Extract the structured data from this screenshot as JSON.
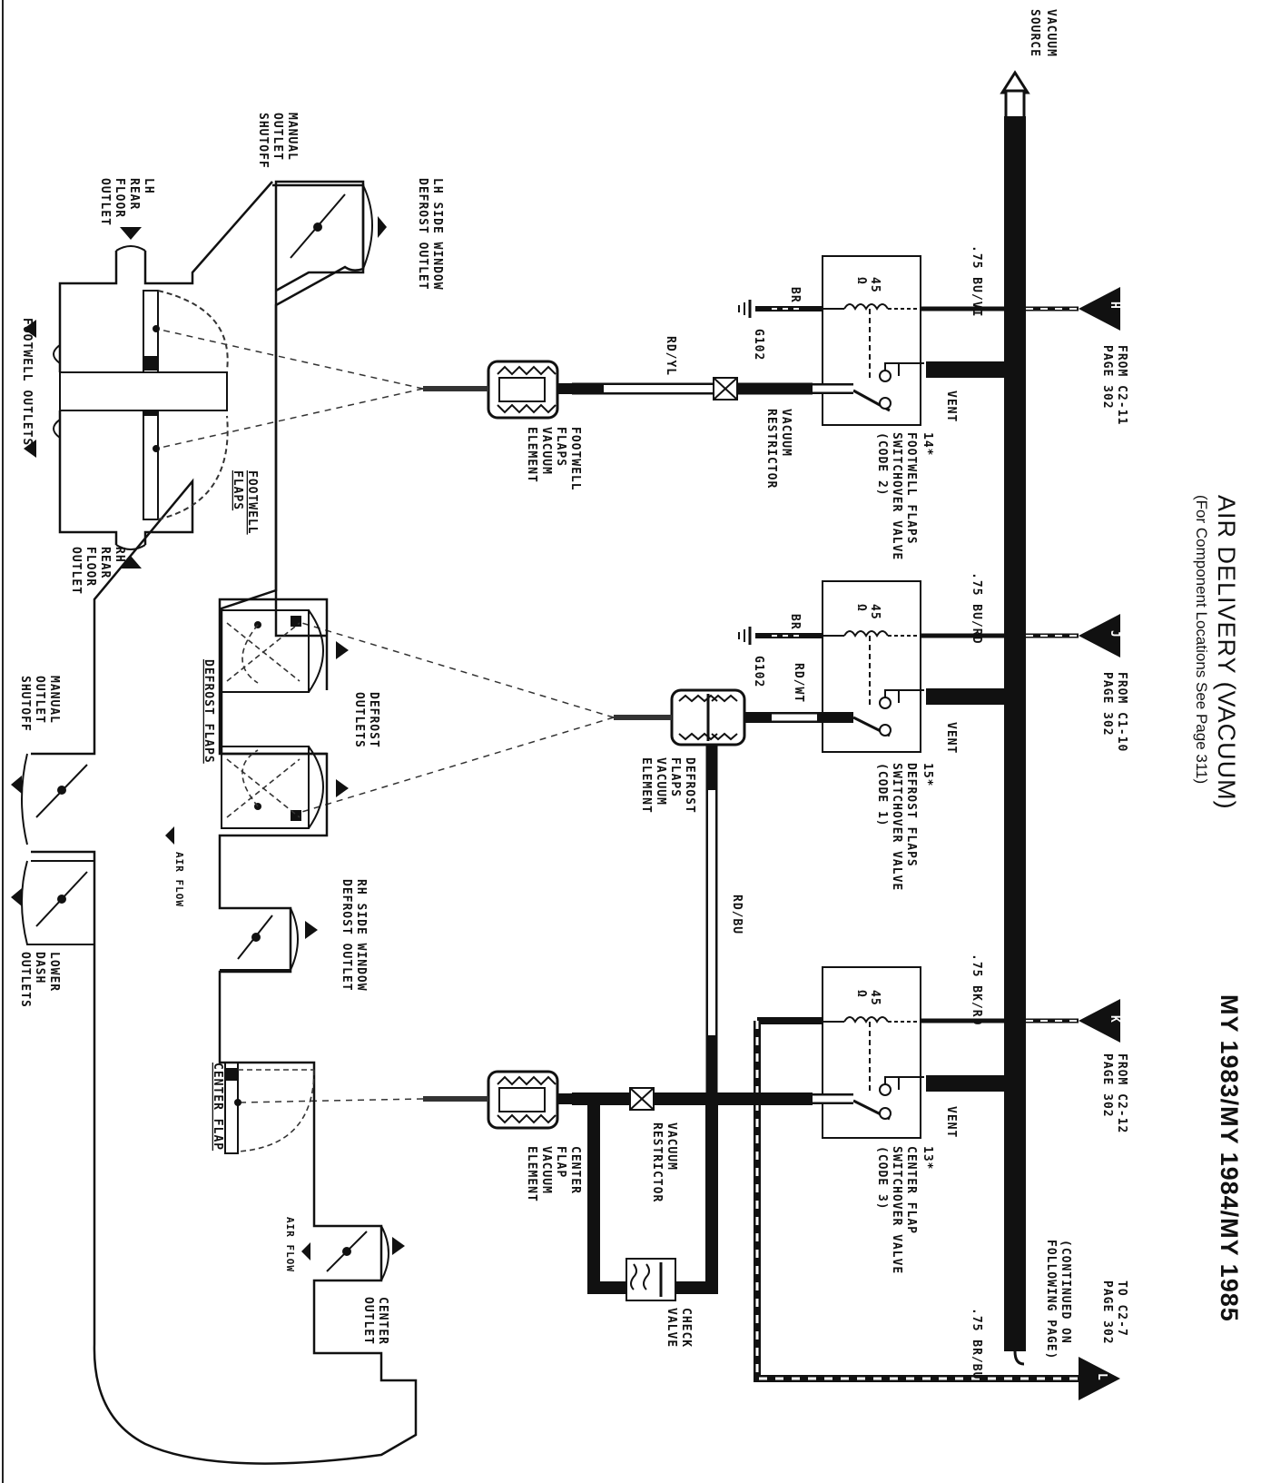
{
  "title": {
    "main": "AIR DELIVERY (VACUUM)",
    "sub": "(For Component Locations See Page 311)",
    "models": "MY 1983/MY 1984/MY 1985"
  },
  "vacuum_source": [
    "VACUUM",
    "SOURCE"
  ],
  "connectors": {
    "H": {
      "letter": "H",
      "from": "FROM  C2-11",
      "page": "PAGE  302",
      "wire": ".75 BU/VI"
    },
    "J": {
      "letter": "J",
      "from": "FROM  C1-10",
      "page": "PAGE  302",
      "wire": ".75 BU/RD"
    },
    "K": {
      "letter": "K",
      "from": "FROM  C2-12",
      "page": "PAGE  302",
      "wire": ".75 BK/RD"
    },
    "L": {
      "letter": "L",
      "to": "TO  C2-7",
      "page": "PAGE  302",
      "wire": ".75 BR/BU",
      "note1": "(CONTINUED ON",
      "note2": "FOLLOWING PAGE)"
    }
  },
  "valves": {
    "footwell": {
      "num": "14*",
      "name1": "FOOTWELL FLAPS",
      "name2": "SWITCHOVER VALVE",
      "code": "(CODE 2)",
      "ohm": "45",
      "ohm_sym": "Ω",
      "vent": "VENT",
      "ground": "G102",
      "gnd_wire": "BR"
    },
    "defrost": {
      "num": "15*",
      "name1": "DEFROST FLAPS",
      "name2": "SWITCHOVER VALVE",
      "code": "(CODE 1)",
      "ohm": "45",
      "ohm_sym": "Ω",
      "vent": "VENT",
      "ground": "G102",
      "gnd_wire": "BR"
    },
    "center": {
      "num": "13*",
      "name1": "CENTER FLAP",
      "name2": "SWITCHOVER VALVE",
      "code": "(CODE 3)",
      "ohm": "45",
      "ohm_sym": "Ω",
      "vent": "VENT"
    }
  },
  "hoses": {
    "footwell": "RD/YL",
    "defrost": "RD/WT",
    "riser": "RD/BU"
  },
  "elements": {
    "footwell": [
      "FOOTWELL",
      "FLAPS",
      "VACUUM",
      "ELEMENT"
    ],
    "defrost": [
      "DEFROST",
      "FLAPS",
      "VACUUM",
      "ELEMENT"
    ],
    "center": [
      "CENTER",
      "FLAP",
      "VACUUM",
      "ELEMENT"
    ],
    "restrictor": [
      "VACUUM",
      "RESTRICTOR"
    ],
    "check_valve": [
      "CHECK",
      "VALVE"
    ]
  },
  "duct_labels": {
    "manual_shutoff_top": [
      "MANUAL",
      "OUTLET",
      "SHUTOFF"
    ],
    "lh_rear_floor": [
      "LH",
      "REAR",
      "FLOOR",
      "OUTLET"
    ],
    "lh_side_window": [
      "LH SIDE WINDOW",
      "DEFROST OUTLET"
    ],
    "footwell_outlets": "FOOTWELL OUTLETS",
    "footwell_flaps": [
      "FOOTWELL",
      "FLAPS"
    ],
    "rh_rear_floor": [
      "RH",
      "REAR",
      "FLOOR",
      "OUTLET"
    ],
    "defrost_outlets": [
      "DEFROST",
      "OUTLETS"
    ],
    "defrost_flaps": "DEFROST FLAPS",
    "manual_shutoff_bottom": [
      "MANUAL",
      "OUTLET",
      "SHUTOFF"
    ],
    "air_flow": "AIR FLOW",
    "rh_side_window": [
      "RH SIDE WINDOW",
      "DEFROST OUTLET"
    ],
    "lower_dash": [
      "LOWER",
      "DASH",
      "OUTLETS"
    ],
    "center_flap": "CENTER FLAP",
    "center_outlet": [
      "CENTER",
      "OUTLET"
    ]
  }
}
